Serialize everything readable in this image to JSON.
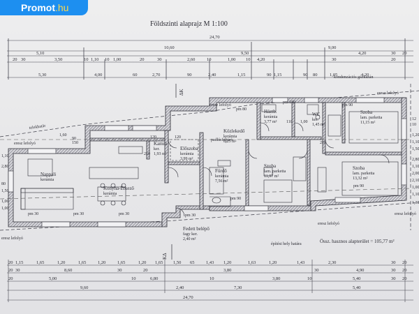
{
  "brand": {
    "name": "Promot",
    "tld": ".hu"
  },
  "title": "Földszinti alaprajz M 1:100",
  "dimensions_top": {
    "row1": [
      "24,70"
    ],
    "row2": [
      "10,60",
      "9,00"
    ],
    "row3": [
      "5,10",
      "9,50",
      "4,20",
      "30",
      "20"
    ],
    "row4": [
      "20",
      "30",
      "3,50",
      "10",
      "1,10",
      "10",
      "1,00",
      "20",
      "30",
      "2,60",
      "10",
      "1,00",
      "10",
      "4,20",
      "30",
      "20"
    ],
    "row5": [
      "5,30",
      "4,00",
      "60",
      "2,70",
      "90",
      "2,40",
      "1,15",
      "90",
      "1,15",
      "90",
      "80",
      "1,05",
      "4,20"
    ]
  },
  "dimensions_bottom": {
    "row1": [
      "20",
      "1,15",
      "1,65",
      "1,20",
      "1,65",
      "1,20",
      "1,65",
      "1,20",
      "1,65",
      "1,50",
      "65",
      "1,43",
      "1,20",
      "1,63",
      "1,20",
      "1,43",
      "2,30",
      "30",
      "20"
    ],
    "row2": [
      "20",
      "30",
      "8,60",
      "30",
      "20",
      "3,80",
      "30",
      "4,90",
      "30",
      "20"
    ],
    "row3": [
      "20",
      "5,00",
      "10",
      "6,80",
      "10",
      "3,80",
      "10",
      "5,40",
      "30",
      "20"
    ],
    "row4": [
      "9,60",
      "2,40",
      "7,30",
      "5,40"
    ],
    "row5": [
      "24,70"
    ]
  },
  "labels": {
    "section_top": "ΔK",
    "section_bottom": "KΔ",
    "telekhatar": "telekhatár",
    "kondenz": "kondenzációs gázkazán",
    "legend": "Össz. hasznos alapterület = 105,77 m²",
    "epitesi_hely": "építési hely határa",
    "padlasfeljaro": "padlásfeljáró",
    "eresz_list": [
      "eresz lefolyó",
      "eresz lefolyó",
      "eresz lefolyó",
      "eresz lefolyó",
      "eresz lefolyó",
      "eresz lefolyó"
    ],
    "small": [
      "pm 80",
      "pm 180",
      "pm 90",
      "pm 30",
      "pm 30",
      "pm 30",
      "pm 30",
      "pm 90",
      "pm 90",
      "210",
      "210",
      "110",
      "90",
      "150",
      "120",
      "120",
      "1,60",
      "1,00"
    ],
    "side_left": [
      "80",
      "1,50",
      "2,80",
      "1,10",
      "1,00",
      "1,00"
    ],
    "side_right": [
      "12",
      "10",
      "1,20",
      "1,10",
      "1,50",
      "2,80",
      "1,10",
      "2,00",
      "2,10",
      "1,00",
      "1,10",
      "1,30"
    ]
  },
  "rooms": [
    {
      "name": "Nappali",
      "floor": "kerámia",
      "area": ""
    },
    {
      "name": "Konyha-Étkező",
      "floor": "kerámia",
      "area": ""
    },
    {
      "name": "Kamra",
      "floor": "ker.",
      "area": "1,93 m²"
    },
    {
      "name": "Előszoba",
      "floor": "kerámia",
      "area": "3,99 m²"
    },
    {
      "name": "Közlekedő",
      "floor": "kerámia",
      "area": "8,25 m²"
    },
    {
      "name": "Fürdő",
      "floor": "kerámia",
      "area": "7,56 m²"
    },
    {
      "name": "Háztb.",
      "floor": "kerámia",
      "area": "3,77 m²"
    },
    {
      "name": "WC",
      "floor": "ker.",
      "area": "1,45 m²"
    },
    {
      "name": "Szoba",
      "floor": "lam. parketta",
      "area": "11,97 m²"
    },
    {
      "name": "Szoba",
      "floor": "lam. parketta",
      "area": "11,15 m²"
    },
    {
      "name": "Szoba",
      "floor": "lam. parketta",
      "area": "13,32 m²"
    },
    {
      "name": "Fedett belépő",
      "floor": "fagy ker.",
      "area": "2,40 m²"
    }
  ]
}
